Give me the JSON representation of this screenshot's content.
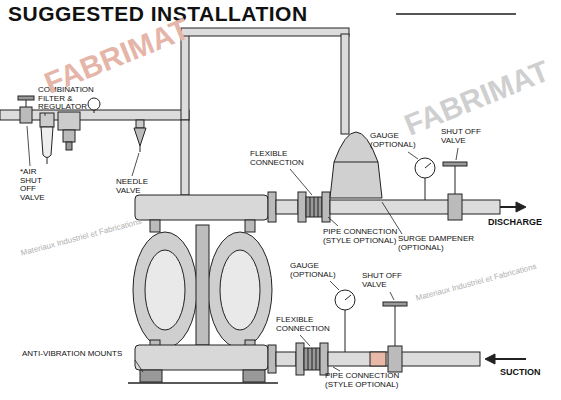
{
  "diagram": {
    "title": "SUGGESTED INSTALLATION",
    "labels": [
      "COMBINATION FILTER & REGULATOR",
      "*AIR SHUT OFF VALVE",
      "NEEDLE VALVE",
      "GAUGE (OPTIONAL)",
      "SHUT OFF VALVE",
      "FLEXIBLE CONNECTION",
      "PIPE CONNECTION (STYLE OPTIONAL)",
      "SURGE DAMPENER (OPTIONAL)",
      "DISCHARGE",
      "GAUGE (OPTIONAL)",
      "SHUT OFF VALVE",
      "FLEXIBLE CONNECTION",
      "PIPE CONNECTION (STYLE OPTIONAL)",
      "ANTI-VIBRATION MOUNTS",
      "SUCTION",
      "FABRIMAT",
      "FABRIMAT",
      "Materiaux Industriel et Fabrications",
      "Materiaux Industriel et Fabrications"
    ]
  }
}
